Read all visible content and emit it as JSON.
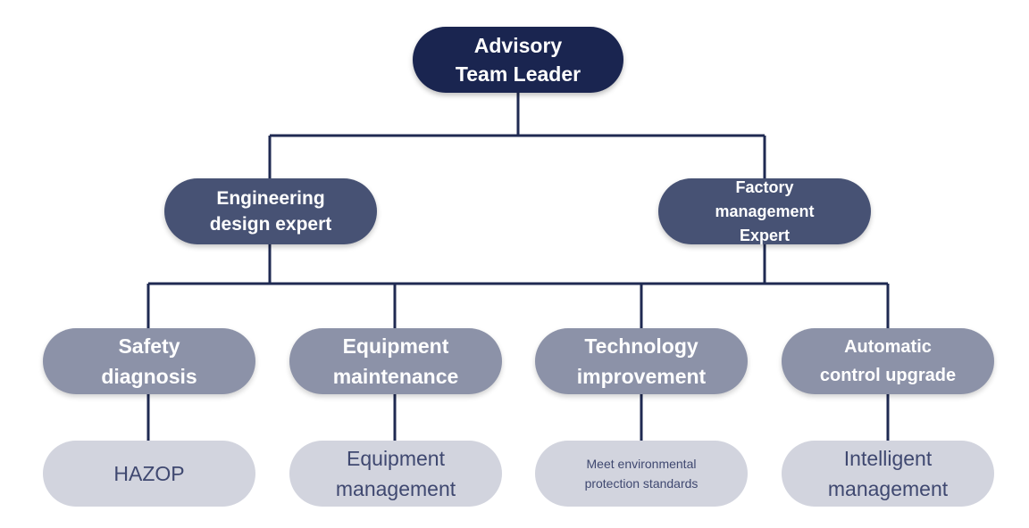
{
  "leader": {
    "label": "Advisory\nTeam Leader"
  },
  "experts": [
    {
      "label": "Engineering\ndesign expert"
    },
    {
      "label": "Factory\nmanagement\nExpert"
    }
  ],
  "areas": [
    {
      "label": "Safety\ndiagnosis"
    },
    {
      "label": "Equipment\nmaintenance"
    },
    {
      "label": "Technology\nimprovement"
    },
    {
      "label": "Automatic\ncontrol upgrade"
    }
  ],
  "outcomes": [
    {
      "label": "HAZOP"
    },
    {
      "label": "Equipment\nmanagement"
    },
    {
      "label": "Meet environmental\nprotection standards"
    },
    {
      "label": "Intelligent\nmanagement"
    }
  ],
  "colors": {
    "leader": "#1a2550",
    "expert": "#475274",
    "area": "#8c92a8",
    "outcome": "#d2d4de",
    "outcome_text": "#3f4870",
    "connector": "#1f2a52"
  }
}
